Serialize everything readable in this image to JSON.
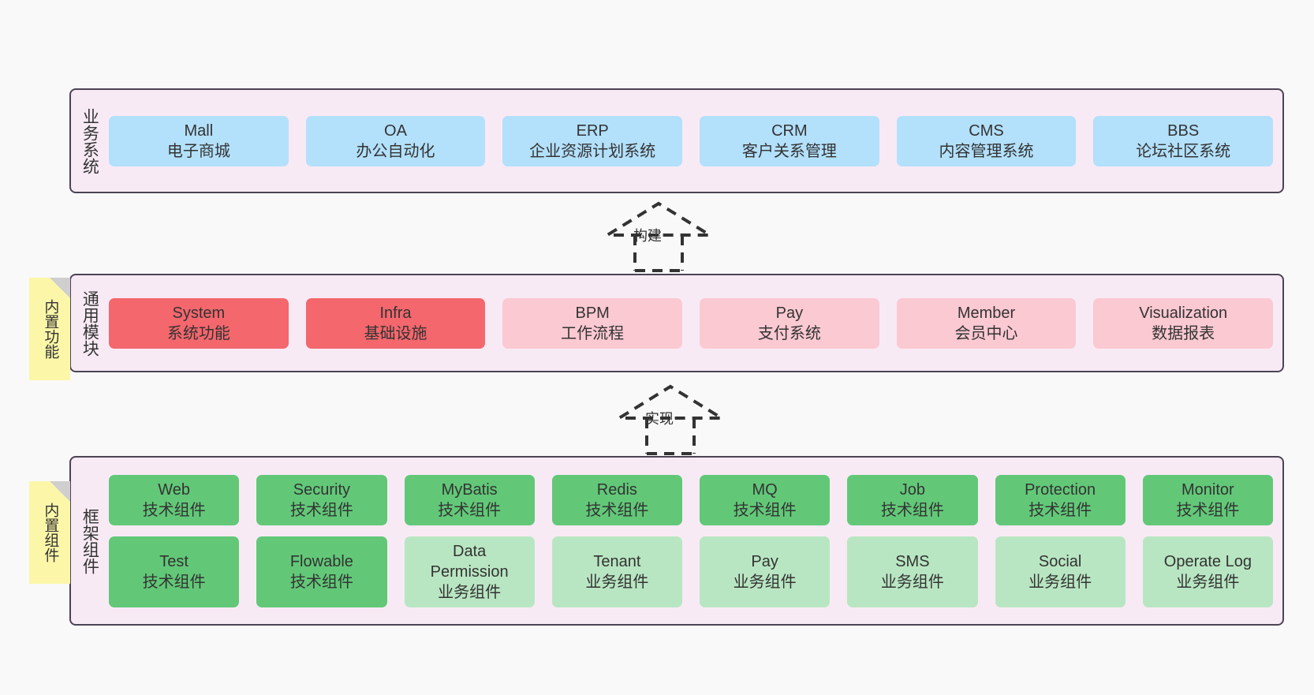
{
  "diagram": {
    "background": "#f9f9f9",
    "panel_fill": "#f8eaf5",
    "panel_border": "#4b4453",
    "colors": {
      "business": "#b3e0fb",
      "module_active": "#f4676d",
      "module_plain": "#fbc9d2",
      "component_tech": "#62c878",
      "component_biz": "#b9e6c2",
      "sticky": "#fcf7a8",
      "sticky_fold": "#cfcfcf"
    }
  },
  "layers": [
    {
      "title": "业务系统",
      "rows": [
        [
          {
            "name": "Mall",
            "sub": "电子商城",
            "color": "blue"
          },
          {
            "name": "OA",
            "sub": "办公自动化",
            "color": "blue"
          },
          {
            "name": "ERP",
            "sub": "企业资源计划系统",
            "color": "blue"
          },
          {
            "name": "CRM",
            "sub": "客户关系管理",
            "color": "blue"
          },
          {
            "name": "CMS",
            "sub": "内容管理系统",
            "color": "blue"
          },
          {
            "name": "BBS",
            "sub": "论坛社区系统",
            "color": "blue"
          }
        ]
      ]
    },
    {
      "title": "通用模块",
      "rows": [
        [
          {
            "name": "System",
            "sub": "系统功能",
            "color": "red"
          },
          {
            "name": "Infra",
            "sub": "基础设施",
            "color": "red"
          },
          {
            "name": "BPM",
            "sub": "工作流程",
            "color": "pink"
          },
          {
            "name": "Pay",
            "sub": "支付系统",
            "color": "pink"
          },
          {
            "name": "Member",
            "sub": "会员中心",
            "color": "pink"
          },
          {
            "name": "Visualization",
            "sub": "数据报表",
            "color": "pink"
          }
        ]
      ]
    },
    {
      "title": "框架组件",
      "rows": [
        [
          {
            "name": "Web",
            "sub": "技术组件",
            "color": "green"
          },
          {
            "name": "Security",
            "sub": "技术组件",
            "color": "green"
          },
          {
            "name": "MyBatis",
            "sub": "技术组件",
            "color": "green"
          },
          {
            "name": "Redis",
            "sub": "技术组件",
            "color": "green"
          },
          {
            "name": "MQ",
            "sub": "技术组件",
            "color": "green"
          },
          {
            "name": "Job",
            "sub": "技术组件",
            "color": "green"
          },
          {
            "name": "Protection",
            "sub": "技术组件",
            "color": "green"
          },
          {
            "name": "Monitor",
            "sub": "技术组件",
            "color": "green"
          }
        ],
        [
          {
            "name": "Test",
            "sub": "技术组件",
            "color": "green"
          },
          {
            "name": "Flowable",
            "sub": "技术组件",
            "color": "green"
          },
          {
            "name": "Data",
            "name2": "Permission",
            "sub": "业务组件",
            "color": "lightgreen"
          },
          {
            "name": "Tenant",
            "sub": "业务组件",
            "color": "lightgreen"
          },
          {
            "name": "Pay",
            "sub": "业务组件",
            "color": "lightgreen"
          },
          {
            "name": "SMS",
            "sub": "业务组件",
            "color": "lightgreen"
          },
          {
            "name": "Social",
            "sub": "业务组件",
            "color": "lightgreen"
          },
          {
            "name": "Operate Log",
            "sub": "业务组件",
            "color": "lightgreen"
          }
        ]
      ]
    }
  ],
  "sticky_notes": [
    {
      "text": "内置功能"
    },
    {
      "text": "内置组件"
    }
  ],
  "connectors": [
    {
      "label": "构建"
    },
    {
      "label": "实现"
    }
  ]
}
